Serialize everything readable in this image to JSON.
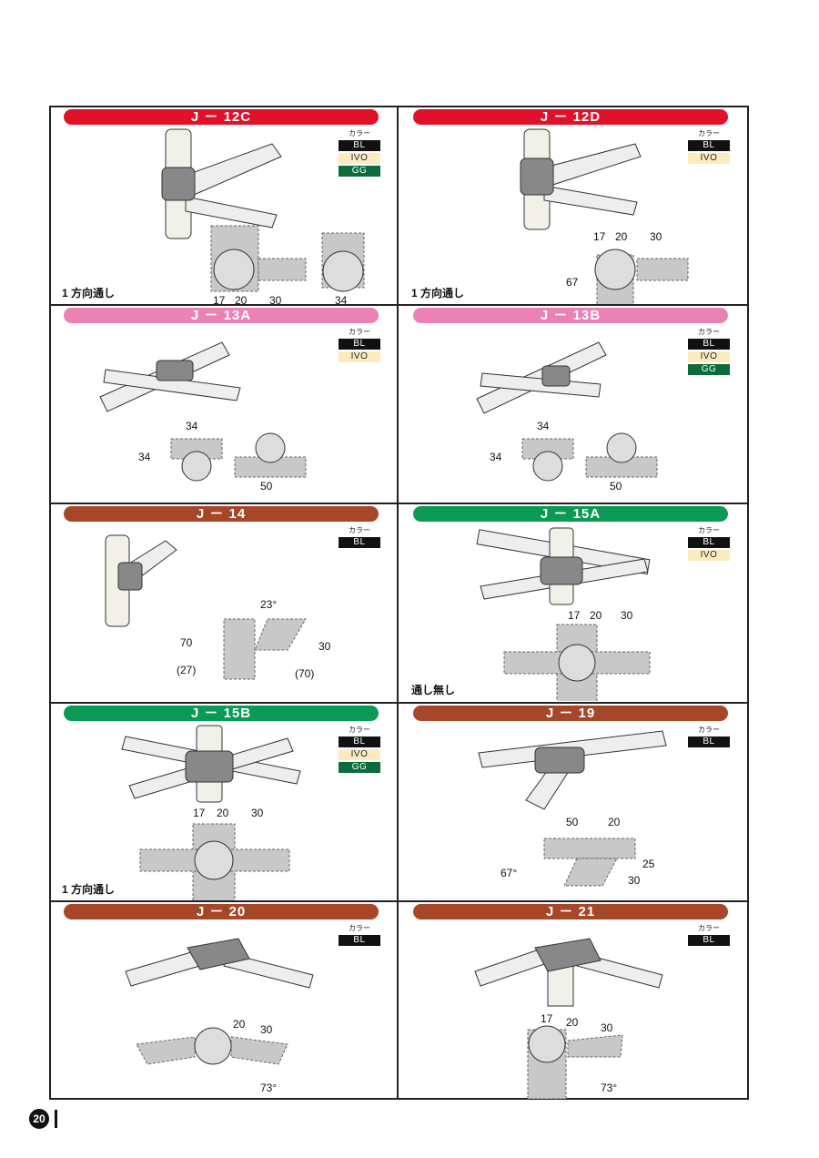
{
  "color_label": "カラー",
  "page_number": "20",
  "cells": [
    {
      "title": "J － 12C",
      "header_color": "#e0122a",
      "colors": [
        "BL",
        "IVO",
        "GG"
      ],
      "note": "1 方向通し",
      "dims": [
        "17",
        "20",
        "30",
        "34"
      ]
    },
    {
      "title": "J － 12D",
      "header_color": "#e0122a",
      "colors": [
        "BL",
        "IVO"
      ],
      "note": "1 方向通し",
      "dims": [
        "17",
        "20",
        "30",
        "67"
      ]
    },
    {
      "title": "J － 13A",
      "header_color": "#ec82b4",
      "colors": [
        "BL",
        "IVO"
      ],
      "note": "",
      "dims": [
        "34",
        "34",
        "50"
      ]
    },
    {
      "title": "J － 13B",
      "header_color": "#ec82b4",
      "colors": [
        "BL",
        "IVO",
        "GG"
      ],
      "note": "",
      "dims": [
        "34",
        "34",
        "50"
      ]
    },
    {
      "title": "J － 14",
      "header_color": "#a6472a",
      "colors": [
        "BL"
      ],
      "note": "",
      "dims": [
        "23°",
        "70",
        "30",
        "(27)",
        "(70)"
      ]
    },
    {
      "title": "J － 15A",
      "header_color": "#0a9a55",
      "colors": [
        "BL",
        "IVO"
      ],
      "note": "通し無し",
      "dims": [
        "17",
        "20",
        "30"
      ]
    },
    {
      "title": "J － 15B",
      "header_color": "#0a9a55",
      "colors": [
        "BL",
        "IVO",
        "GG"
      ],
      "note": "1 方向通し",
      "dims": [
        "17",
        "20",
        "30"
      ]
    },
    {
      "title": "J － 19",
      "header_color": "#a6472a",
      "colors": [
        "BL"
      ],
      "note": "",
      "dims": [
        "50",
        "20",
        "67°",
        "30",
        "25"
      ]
    },
    {
      "title": "J － 20",
      "header_color": "#a6472a",
      "colors": [
        "BL"
      ],
      "note": "",
      "dims": [
        "20",
        "30",
        "73°"
      ]
    },
    {
      "title": "J － 21",
      "header_color": "#a6472a",
      "colors": [
        "BL"
      ],
      "note": "",
      "dims": [
        "17",
        "20",
        "30",
        "73°"
      ]
    }
  ]
}
